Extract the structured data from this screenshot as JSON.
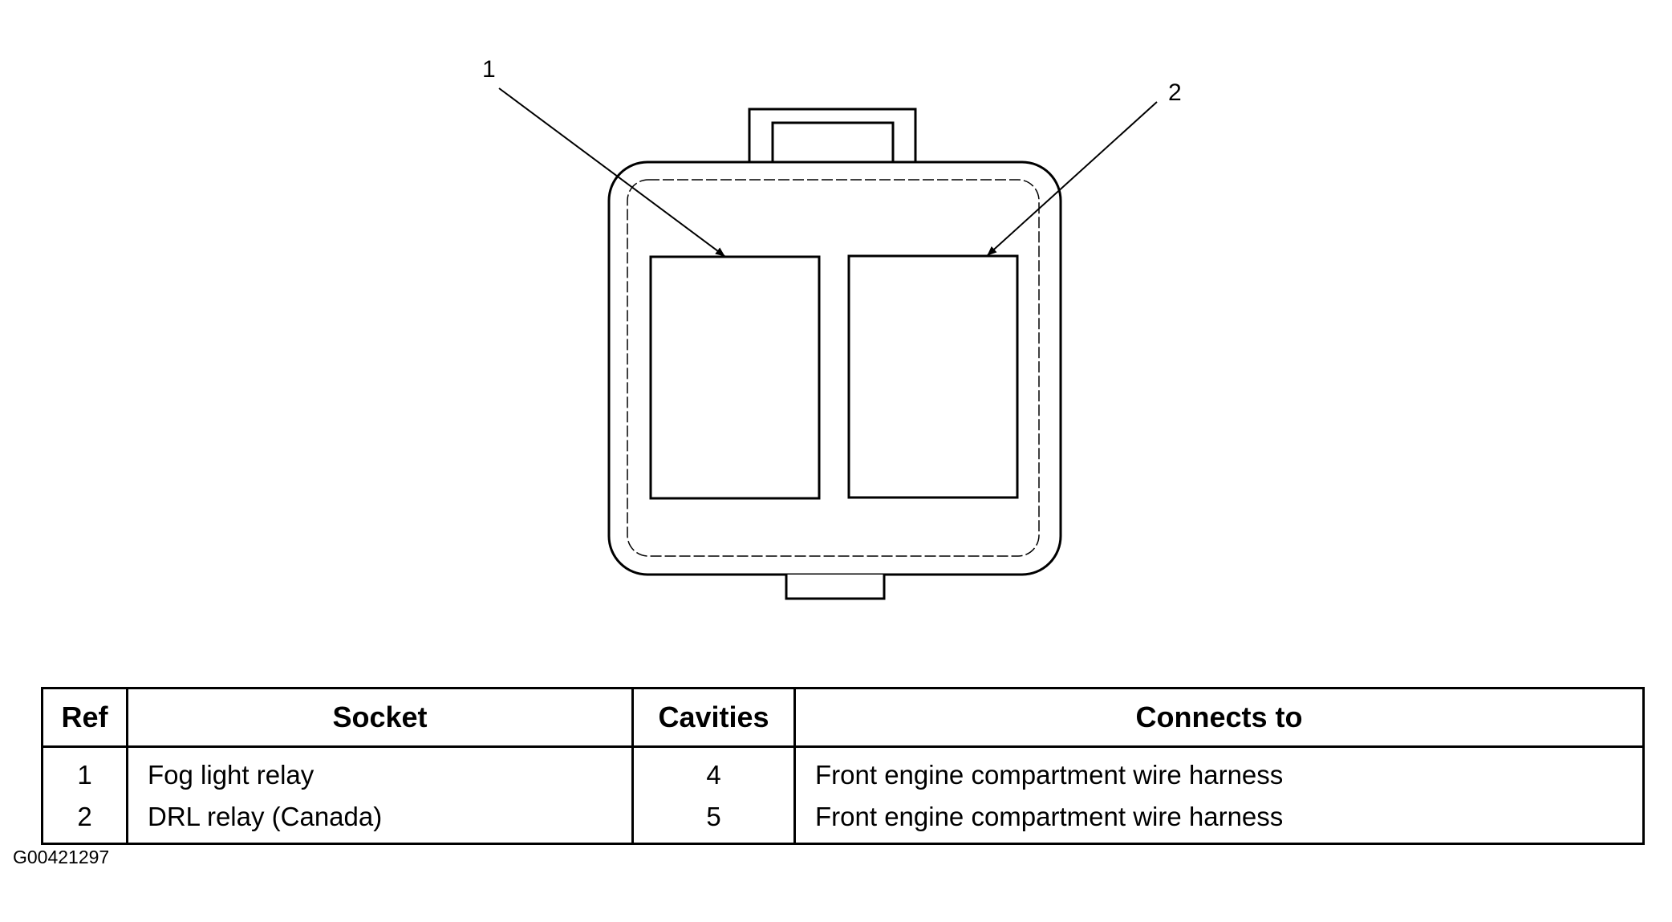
{
  "diagram": {
    "callouts": [
      "1",
      "2"
    ]
  },
  "table": {
    "headers": [
      "Ref",
      "Socket",
      "Cavities",
      "Connects to"
    ],
    "rows": [
      [
        "1",
        "Fog light relay",
        "4",
        "Front engine compartment wire harness"
      ],
      [
        "2",
        "DRL relay (Canada)",
        "5",
        "Front engine compartment wire harness"
      ]
    ]
  },
  "figure_id": "G00421297"
}
